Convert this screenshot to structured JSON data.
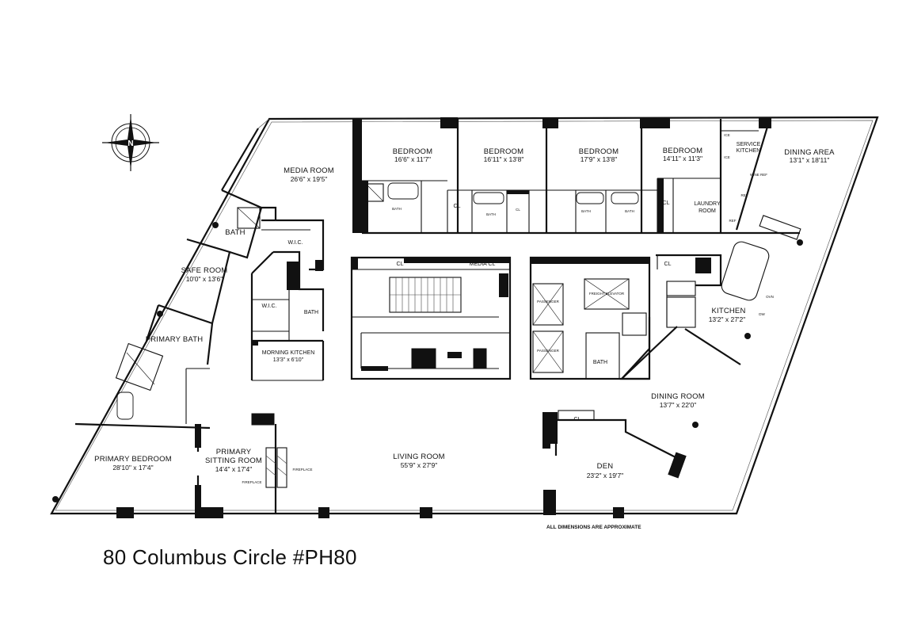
{
  "address": "80 Columbus Circle #PH80",
  "note": "ALL DIMENSIONS ARE APPROXIMATE",
  "rooms": {
    "media_room": {
      "name": "MEDIA ROOM",
      "dim": "26'6\" x 19'5\""
    },
    "bedroom_1": {
      "name": "BEDROOM",
      "dim": "16'6\" x 11'7\""
    },
    "bedroom_2": {
      "name": "BEDROOM",
      "dim": "16'11\" x 13'8\""
    },
    "bedroom_3": {
      "name": "BEDROOM",
      "dim": "17'9\" x 13'8\""
    },
    "bedroom_4": {
      "name": "BEDROOM",
      "dim": "14'11\" x 11'3\""
    },
    "service_kitchen": {
      "line1": "SERVICE",
      "line2": "KITCHEN"
    },
    "dining_area": {
      "name": "DINING AREA",
      "dim": "13'1\" x 18'11\""
    },
    "laundry": {
      "line1": "LAUNDRY",
      "line2": "ROOM"
    },
    "bath_upper": {
      "name": "BATH"
    },
    "wic_upper": {
      "name": "W.I.C."
    },
    "safe_room": {
      "name": "SAFE ROOM",
      "dim": "10'0\" x 13'6\""
    },
    "primary_bath": {
      "name": "PRIMARY BATH"
    },
    "wic_mid": {
      "name": "W.I.C."
    },
    "bath_mid": {
      "name": "BATH"
    },
    "morning_kitchen": {
      "name": "MORNING KITCHEN",
      "dim": "13'3\" x 6'10\""
    },
    "kitchen": {
      "name": "KITCHEN",
      "dim": "13'2\" x 27'2\""
    },
    "bath_core": {
      "name": "BATH"
    },
    "dining_room": {
      "name": "DINING ROOM",
      "dim": "13'7\" x 22'0\""
    },
    "den": {
      "name": "DEN",
      "dim": "23'2\" x 19'7\""
    },
    "living_room": {
      "name": "LIVING ROOM",
      "dim": "55'9\" x 27'9\""
    },
    "primary_sitting": {
      "line1": "PRIMARY",
      "line2": "SITTING ROOM",
      "dim": "14'4\" x 17'4\""
    },
    "primary_bedroom": {
      "name": "PRIMARY BEDROOM",
      "dim": "28'10\" x 17'4\""
    }
  },
  "small_labels": {
    "bath": "BATH",
    "cl": "CL",
    "media_cl": "MEDIA CL",
    "passenger": "PASSENGER",
    "freight_elevator": "FREIGHT ELEVATOR",
    "fireplace": "FIREPLACE",
    "ice": "ICE",
    "ref": "REF",
    "ovn": "OVN",
    "wine_ref": "WINE REF",
    "dw": "DW"
  },
  "compass_icon": "compass-rose-icon"
}
